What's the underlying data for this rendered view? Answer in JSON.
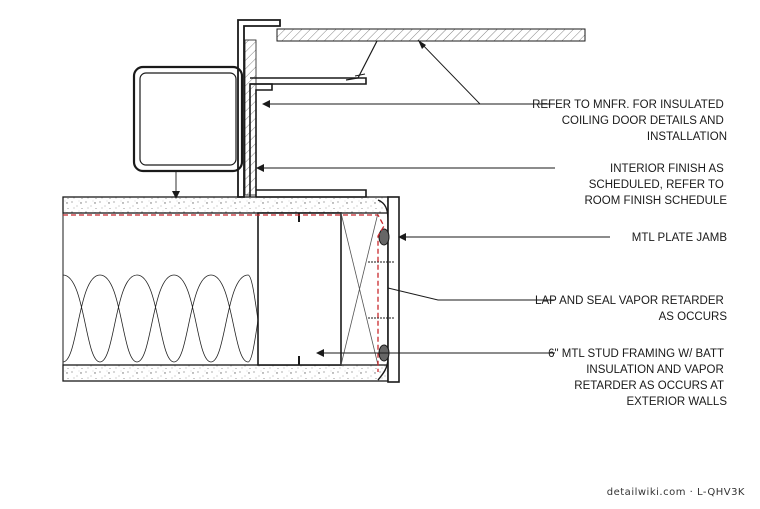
{
  "notes": [
    {
      "id": "coiling-door",
      "lines": [
        "REFER TO MNFR. FOR INSULATED",
        "COILING DOOR DETAILS AND",
        "INSTALLATION"
      ]
    },
    {
      "id": "interior-finish",
      "lines": [
        "INTERIOR FINISH AS",
        "SCHEDULED, REFER TO",
        "ROOM FINISH SCHEDULE"
      ]
    },
    {
      "id": "plate-jamb",
      "lines": [
        "MTL PLATE JAMB"
      ]
    },
    {
      "id": "vapor-retarder",
      "lines": [
        "LAP AND SEAL VAPOR RETARDER",
        "AS OCCURS"
      ]
    },
    {
      "id": "stud-framing",
      "lines": [
        "6\" MTL STUD FRAMING W/ BATT",
        "INSULATION AND VAPOR",
        "RETARDER AS OCCURS AT",
        "EXTERIOR WALLS"
      ]
    }
  ],
  "credit": "detailwiki.com · L-QHV3K",
  "colors": {
    "line": "#1a1a1a",
    "vapor_retarder": "#c8282d"
  }
}
